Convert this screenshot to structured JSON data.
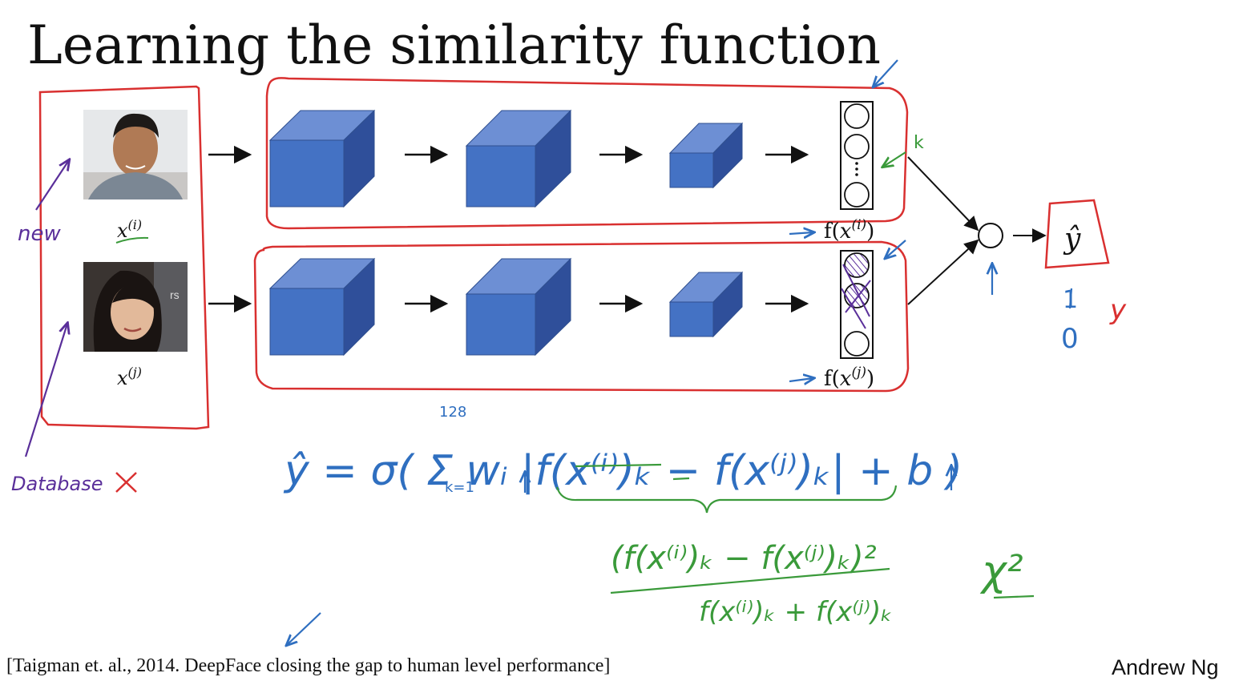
{
  "slide": {
    "title": "Learning the similarity function",
    "citation": "[Taigman et. al., 2014. DeepFace closing the gap to human level performance]",
    "author": "Andrew Ng"
  },
  "diagram": {
    "input_top_label_base": "x",
    "input_top_label_sup": "(i)",
    "input_bottom_label_base": "x",
    "input_bottom_label_sup": "(j)",
    "output_top_label": "f(x(i))",
    "output_bottom_label": "f(x(j))",
    "output_node_label": "ŷ",
    "photo_top": "face-photo-man",
    "photo_bottom": "face-photo-woman",
    "cube_color": "#4472c4",
    "annotation_color_red": "#d93030",
    "annotation_color_blue": "#2f6fc0",
    "annotation_color_green": "#3a9a3a",
    "annotation_color_purple": "#5a2f9a"
  },
  "annotations": {
    "new_label": "new",
    "database_label": "Database",
    "k_label": "k",
    "output_1": "1",
    "output_0": "0",
    "output_y": "y",
    "formula": "ŷ = σ( Σ wᵢ |f(x⁽ⁱ⁾)ₖ − f(x⁽ʲ⁾)ₖ| + b )",
    "sum_upper": "128",
    "sum_lower": "k=1",
    "chi_label": "χ²",
    "chi_numerator": "(f(x⁽ⁱ⁾)ₖ − f(x⁽ʲ⁾)ₖ)²",
    "chi_denominator": "f(x⁽ⁱ⁾)ₖ + f(x⁽ʲ⁾)ₖ"
  }
}
